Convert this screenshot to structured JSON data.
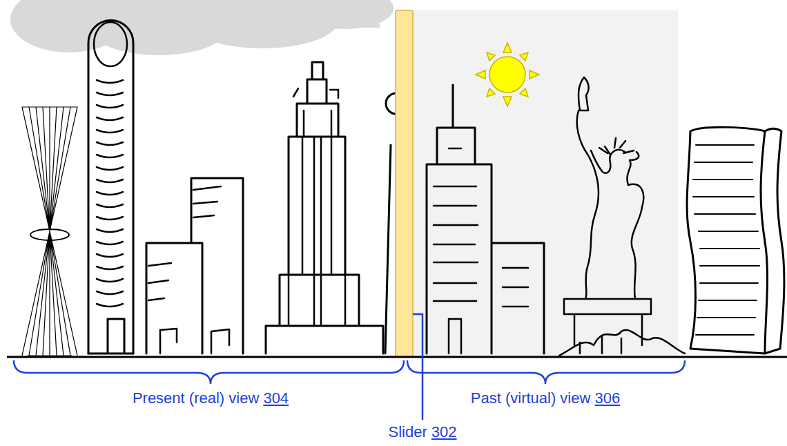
{
  "diagram": {
    "labels": [
      "Present (real) view 304",
      "Past (virtual) view 306",
      "Slider 302"
    ]
  }
}
